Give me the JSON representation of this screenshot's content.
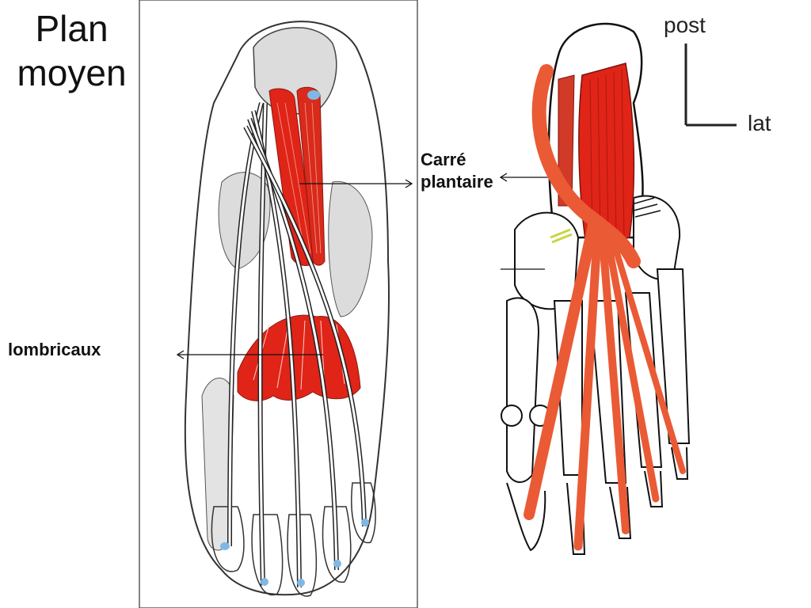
{
  "slide": {
    "title_line1": "Plan",
    "title_line2": "moyen"
  },
  "labels": {
    "carre_line1": "Carré",
    "carre_line2": "plantaire",
    "lombricaux": "lombricaux"
  },
  "orientation": {
    "post": "post",
    "lat": "lat"
  },
  "colors": {
    "muscle": "#e02418",
    "tendon": "#ea5a35",
    "bone_outline": "#222222",
    "bone_shade": "#d9d9d9",
    "joint_blue": "#7fb8e6",
    "nerve_yellow": "#c8d640"
  }
}
